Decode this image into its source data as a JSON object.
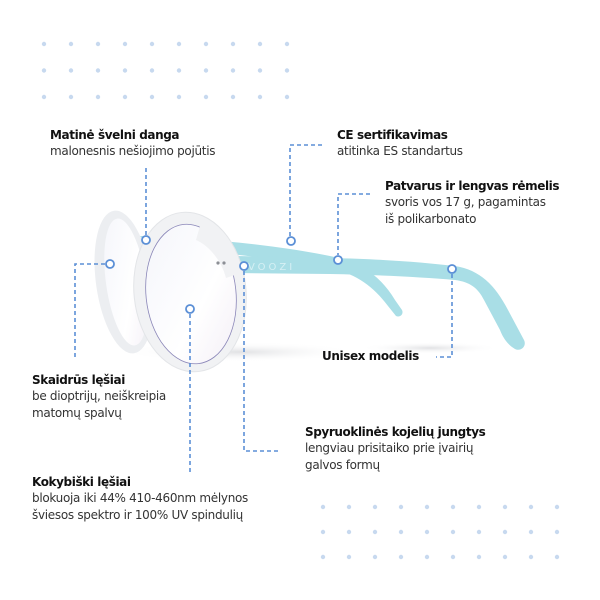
{
  "colors": {
    "accent": "#5b8fd6",
    "dots": "#c7d9ef",
    "temple": "#a9dee6",
    "frame": "#f1f2f4",
    "text_title": "#111111",
    "text_desc": "#333333"
  },
  "product": {
    "brand_on_temple": "VOOZI"
  },
  "features": [
    {
      "id": "matte-coating",
      "title": "Matinė švelni danga",
      "desc": [
        "malonesnis nešiojimo pojūtis"
      ]
    },
    {
      "id": "ce-certification",
      "title": "CE sertifikavimas",
      "desc": [
        "atitinka ES standartus"
      ]
    },
    {
      "id": "durable-frame",
      "title": "Patvarus ir lengvas rėmelis",
      "desc": [
        "svoris vos  17 g, pagamintas",
        "iš polikarbonato"
      ]
    },
    {
      "id": "unisex",
      "title": "Unisex  modelis",
      "desc": []
    },
    {
      "id": "clear-lenses",
      "title": "Skaidrūs lęšiai",
      "desc": [
        "be dioptrijų, neiškreipia",
        "matomų spalvų"
      ]
    },
    {
      "id": "spring-hinges",
      "title": "Spyruoklinės kojelių jungtys",
      "desc": [
        "lengviau prisitaiko prie įvairių",
        "galvos formų"
      ]
    },
    {
      "id": "quality-lenses",
      "title": "Kokybiški lęšiai",
      "desc": [
        "blokuoja iki 44% 410-460nm mėlynos",
        "šviesos spektro ir 100% UV spindulių"
      ]
    }
  ]
}
